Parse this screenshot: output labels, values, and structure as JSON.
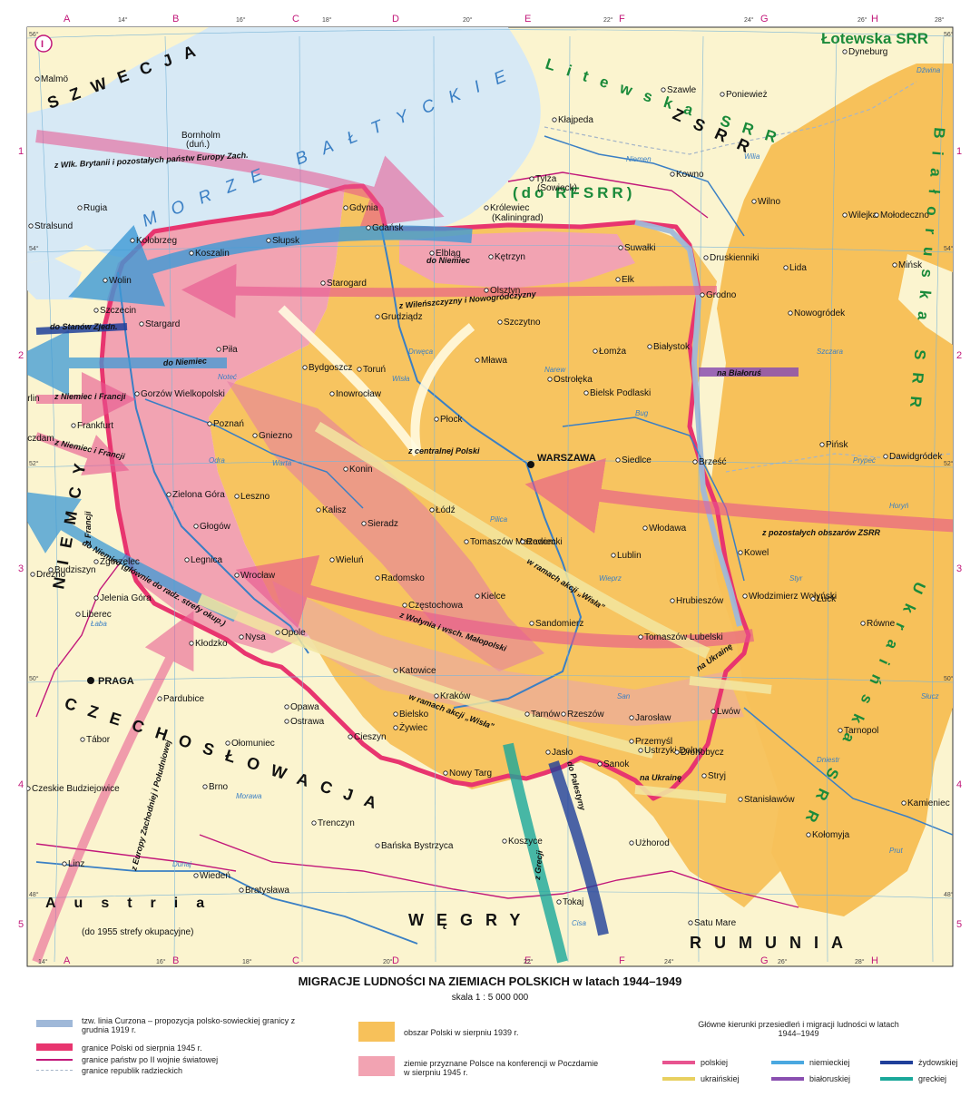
{
  "map": {
    "panel_number": "I",
    "grid_cols": [
      "A",
      "B",
      "C",
      "D",
      "E",
      "F",
      "G",
      "H"
    ],
    "grid_rows": [
      "1",
      "2",
      "3",
      "4",
      "5"
    ],
    "degree_labels_top": [
      "14°",
      "16°",
      "18°",
      "20°",
      "22°",
      "24°",
      "26°",
      "28°"
    ],
    "degree_labels_side": [
      "56°",
      "54°",
      "52°",
      "50°",
      "48°"
    ],
    "countries": {
      "sweden": "SZWECJA",
      "germany": "NIEMCY",
      "czechoslovakia": "CZECHOSŁOWACJA",
      "austria": "Austria",
      "austria_note": "(do 1955 strefy okupacyjne)",
      "hungary": "WĘGRY",
      "romania": "RUMUNIA",
      "ussr": "ZSRR",
      "latvia": "Łotewska SRR",
      "lithuania": "Litewska SRR",
      "belarus": "Białoruska SRR",
      "ukraine": "Ukraińska SRR",
      "rfsrr": "(do RFSRR)"
    },
    "sea": "MORZE BAŁTYCKIE",
    "capital": "WARSZAWA",
    "prague": "PRAGA",
    "arrow_labels": {
      "uk": "z Wlk. Brytanii i pozostałych państw Europy Zach.",
      "wilno": "z Wileńszczyzny i Nowogródczyzny",
      "usa": "do Stanów Zjedn.",
      "germany1": "do Niemiec",
      "germany2": "do Niemiec",
      "elblag": "do Niemiec",
      "berlin": "z Niemiec i Francji",
      "poczdam": "z Niemiec i Francji",
      "central": "z centralnej Polski",
      "ussr_other": "z pozostałych obszarów ZSRR",
      "wisla1": "w ramach akcji „Wisła”",
      "wisla2": "w ramach akcji „Wisła”",
      "volhynia": "z Wołynia i wsch. Małopolski",
      "belarus": "na Białoruś",
      "ukraine1": "na Ukrainę",
      "ukraine2": "na Ukrainę",
      "palestine": "do Palestyny",
      "greece": "z Grecji",
      "germany_soviet": "do Niemiec (głównie do radz. strefy okup.)",
      "europe": "z Europy Zachodniej i Południowej",
      "france_left": "z Francji"
    },
    "cities": {
      "malmo": "Malmö",
      "bornholm": "Bornholm",
      "bornholm_note": "(duń.)",
      "rugia": "Rugia",
      "stralsund": "Stralsund",
      "kolobrzeg": "Kołobrzeg",
      "koszalin": "Koszalin",
      "slupsk": "Słupsk",
      "gdynia": "Gdynia",
      "gdansk": "Gdańsk",
      "elblag": "Elbląg",
      "starogard": "Starogard",
      "wolin": "Wolin",
      "szczecin": "Szczecin",
      "stargard": "Stargard",
      "grudziadz": "Grudziądz",
      "pila": "Piła",
      "bydgoszcz": "Bydgoszcz",
      "torun": "Toruń",
      "inowroclaw": "Inowrocław",
      "gorzow": "Gorzów Wielkopolski",
      "berlin": "Berlin",
      "frankfurt": "Frankfurt",
      "poczdam": "Poczdam",
      "poznan": "Poznań",
      "gniezno": "Gniezno",
      "konin": "Konin",
      "plock": "Płock",
      "zielona": "Zielona Góra",
      "leszno": "Leszno",
      "kalisz": "Kalisz",
      "sieradz": "Sieradz",
      "lodz": "Łódź",
      "glogow": "Głogów",
      "legnica": "Legnica",
      "zgorzelec": "Zgorzelec",
      "budziszyn": "Budziszyn",
      "drezno": "Drezno",
      "jelenia": "Jelenia Góra",
      "wroclaw": "Wrocław",
      "wielun": "Wieluń",
      "radomsko": "Radomsko",
      "czestochowa": "Częstochowa",
      "opole": "Opole",
      "nysa": "Nysa",
      "klodzko": "Kłodzko",
      "liberec": "Liberec",
      "katowice": "Katowice",
      "krakow": "Kraków",
      "bielsko": "Bielsko",
      "zywiec": "Żywiec",
      "cieszyn": "Cieszyn",
      "opawa": "Opawa",
      "ostrawa": "Ostrawa",
      "olomuniec": "Ołomuniec",
      "pardubice": "Pardubice",
      "tabor": "Tábor",
      "brno": "Brno",
      "budziejowice": "Czeskie Budziejowice",
      "linz": "Linz",
      "wieden": "Wiedeń",
      "bratyslawa": "Bratysława",
      "trenczyn": "Trenczyn",
      "banska": "Bańska Bystrzyca",
      "koszyce": "Koszyce",
      "uzhorod": "Użhorod",
      "tokaj": "Tokaj",
      "satu": "Satu Mare",
      "kaliningrad": "Królewiec",
      "kaliningrad_note": "(Kaliningrad)",
      "tylza": "Tylża",
      "tylza_note": "(Sowieck)",
      "klajpeda": "Kłajpeda",
      "szawle": "Szawle",
      "poniewiez": "Poniewież",
      "dyneburg": "Dyneburg",
      "kowno": "Kowno",
      "wilno": "Wilno",
      "wilejka": "Wilejka",
      "molodeczno": "Mołodeczno",
      "druskienniki": "Druskienniki",
      "lida": "Lida",
      "minsk": "Mińsk",
      "grodno": "Grodno",
      "nowogrodek": "Nowogródek",
      "suwalki": "Suwałki",
      "elk": "Ełk",
      "ketrzyn": "Kętrzyn",
      "olsztyn": "Olsztyn",
      "szczytno": "Szczytno",
      "mlawa": "Mława",
      "lomza": "Łomża",
      "bialystok": "Białystok",
      "ostroleka": "Ostrołęka",
      "bielsk": "Bielsk Podlaski",
      "siedlce": "Siedlce",
      "brzesc": "Brześć",
      "pinsk": "Pińsk",
      "dawidgrodek": "Dawidgródek",
      "tomaszow_m": "Tomaszów Mazowiecki",
      "radom": "Radom",
      "kielce": "Kielce",
      "sandomierz": "Sandomierz",
      "lublin": "Lublin",
      "wlodawa": "Włodawa",
      "kowel": "Kowel",
      "hrubieszow": "Hrubieszów",
      "wlodzimierz": "Włodzimierz Wołyński",
      "luck": "Łuck",
      "rowne": "Równe",
      "tomaszow_l": "Tomaszów Lubelski",
      "tarnow": "Tarnów",
      "rzeszow": "Rzeszów",
      "jaroslaw": "Jarosław",
      "przemysl": "Przemyśl",
      "lwow": "Lwów",
      "tarnopol": "Tarnopol",
      "jaslo": "Jasło",
      "sanok": "Sanok",
      "nowy_targ": "Nowy Targ",
      "ustrzyki": "Ustrzyki Dolne",
      "drohobycz": "Drohobycz",
      "stryj": "Stryj",
      "stanislawow": "Stanisławów",
      "kolomyja": "Kołomyja",
      "kamieniec": "Kamieniec Podolski"
    },
    "rivers": {
      "niemen": "Niemen",
      "wilia": "Wilia",
      "wisla": "Wisła",
      "odra": "Odra",
      "warta": "Warta",
      "bug": "Bug",
      "narew": "Narew",
      "pilica": "Pilica",
      "san": "San",
      "dniestr": "Dniestr",
      "prypec": "Prypeć",
      "dunaj": "Dunaj",
      "cisa": "Cisa",
      "prut": "Prut",
      "notec": "Noteć",
      "drweca": "Drwęca",
      "wieprz": "Wieprz",
      "styr": "Styr",
      "horyn": "Horyń",
      "slucz": "Słucz",
      "morawa": "Morawa",
      "laba": "Łaba",
      "szczara": "Szczara",
      "dzwina": "Dźwina"
    }
  },
  "legend": {
    "title": "MIGRACJE LUDNOŚCI NA ZIEMIACH POLSKICH w latach 1944–1949",
    "scale": "skala 1 : 5 000 000",
    "items": [
      {
        "label": "tzw. linia Curzona – propozycja polsko-sowieckiej granicy z grudnia 1919 r.",
        "color": "#9fb8d8"
      },
      {
        "label": "granice Polski od sierpnia 1945 r.",
        "color": "#e8356f"
      },
      {
        "label": "granice państw po II wojnie światowej",
        "color": "#c2187a"
      },
      {
        "label": "granice republik radzieckich",
        "color": "#a5b5c8"
      },
      {
        "label": "obszar Polski w sierpniu 1939 r.",
        "color": "#f7c15a"
      },
      {
        "label": "ziemie przyznane Polsce na konferencji w Poczdamie w sierpniu 1945 r.",
        "color": "#f2a3b2"
      }
    ],
    "directions_title": "Główne kierunki przesiedleń i migracji ludności w latach 1944–1949",
    "directions": [
      {
        "label": "polskiej",
        "color": "#e8548f"
      },
      {
        "label": "niemieckiej",
        "color": "#4aa8e0"
      },
      {
        "label": "żydowskiej",
        "color": "#1f3f9a"
      },
      {
        "label": "ukraińskiej",
        "color": "#e8d060"
      },
      {
        "label": "białoruskiej",
        "color": "#8a4fb0"
      },
      {
        "label": "greckiej",
        "color": "#1aa89a"
      }
    ]
  }
}
